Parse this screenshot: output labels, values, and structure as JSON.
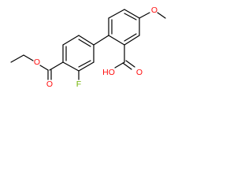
{
  "molecule": {
    "atom_labels": {
      "ester_carbonyl_oxygen": "O",
      "ester_ether_oxygen": "O",
      "fluorine": "F",
      "carboxyl_hydroxyl": "HO",
      "carboxyl_carbonyl_oxygen": "O",
      "methoxy_oxygen": "O"
    }
  },
  "colors": {
    "bond": "#000000",
    "oxygen": "#ff0d0d",
    "fluorine": "#6fb200",
    "background": "#ffffff"
  }
}
